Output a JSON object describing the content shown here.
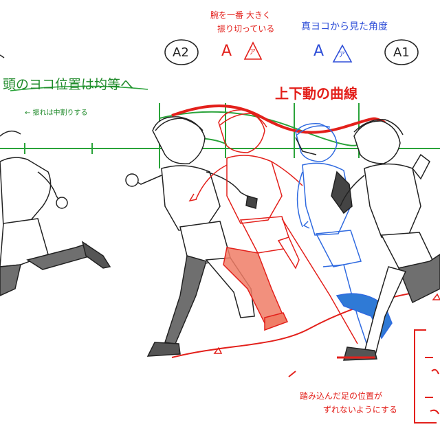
{
  "labels": {
    "key_a2": "A2",
    "key_a1": "A1",
    "red_a": "A",
    "blue_a": "A",
    "tri_mark": "ア",
    "red_top_note": [
      "腕を一番 大きく",
      "振り切っている"
    ],
    "blue_top_note": "真ヨコから見た角度",
    "green_head_note": "頭のヨコ位置は均等へ",
    "green_small_note": "← 振れは中割りする",
    "red_motion_note": "上下動の曲線",
    "red_foot_note": [
      "踏み込んだ足の位置が",
      "ずれないようにする"
    ]
  },
  "colors": {
    "green_line": "#2aa33a",
    "red_line": "#e3201b",
    "blue_line": "#2f6ae0",
    "pencil": "#222222",
    "shade": "#6f6f6f",
    "red_fill": "#f07d66",
    "blue_fill": "#2f7ad6"
  }
}
